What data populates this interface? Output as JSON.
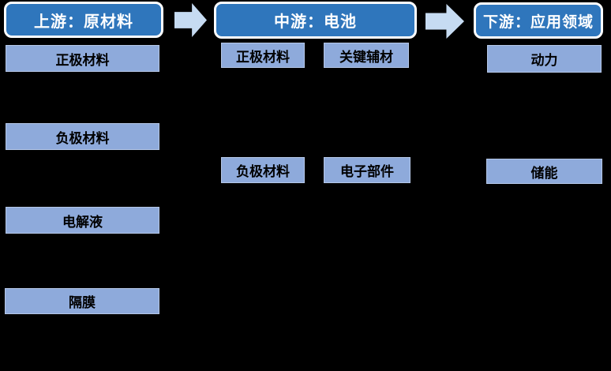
{
  "colors": {
    "background": "#000000",
    "header_fill": "#2F76BC",
    "header_border": "#FFFFFF",
    "header_text": "#FFFFFF",
    "box_fill": "#8EAADB",
    "box_text": "#000000",
    "arrow_fill": "#C6DBF2"
  },
  "columns": [
    {
      "id": "upstream",
      "header": "上游：原材料",
      "boxes": [
        "正极材料",
        "负极材料",
        "电解液",
        "隔膜"
      ]
    },
    {
      "id": "midstream",
      "header": "中游：电池",
      "boxes": [
        "正极材料",
        "关键辅材",
        "负极材料",
        "电子部件"
      ]
    },
    {
      "id": "downstream",
      "header": "下游：应用领域",
      "boxes": [
        "动力",
        "储能"
      ]
    }
  ],
  "arrows": [
    {
      "name": "upstream-to-midstream"
    },
    {
      "name": "midstream-to-downstream"
    }
  ]
}
